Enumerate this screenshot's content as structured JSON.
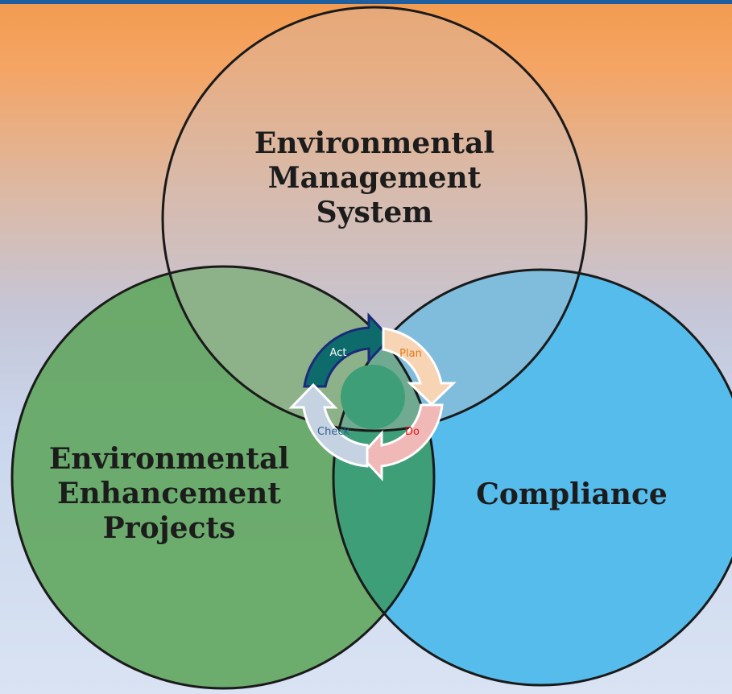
{
  "diagram": {
    "circles": [
      {
        "name": "Environmental Management System",
        "label_lines": [
          "Environmental",
          "Management",
          "System"
        ],
        "fill": "#c8bcbc"
      },
      {
        "name": "Environmental Enhancement Projects",
        "label_lines": [
          "Environmental",
          "Enhancement",
          "Projects"
        ],
        "fill": "#5ea45f"
      },
      {
        "name": "Compliance",
        "label_lines": [
          "Compliance"
        ],
        "fill": "#52b9ea"
      }
    ],
    "cycle": {
      "steps": [
        {
          "label": "Act",
          "color": "#0e6b6b"
        },
        {
          "label": "Plan",
          "color": "#f6d4b4"
        },
        {
          "label": "Do",
          "color": "#f1b8b8"
        },
        {
          "label": "Check",
          "color": "#c5d2e1"
        }
      ],
      "center_color": "#3d9e77"
    },
    "colors": {
      "background_top": "#f39b4f",
      "background_bottom": "#d9e3f3",
      "top_border": "#1f5fa0",
      "outline": "#1a1a1a"
    }
  }
}
